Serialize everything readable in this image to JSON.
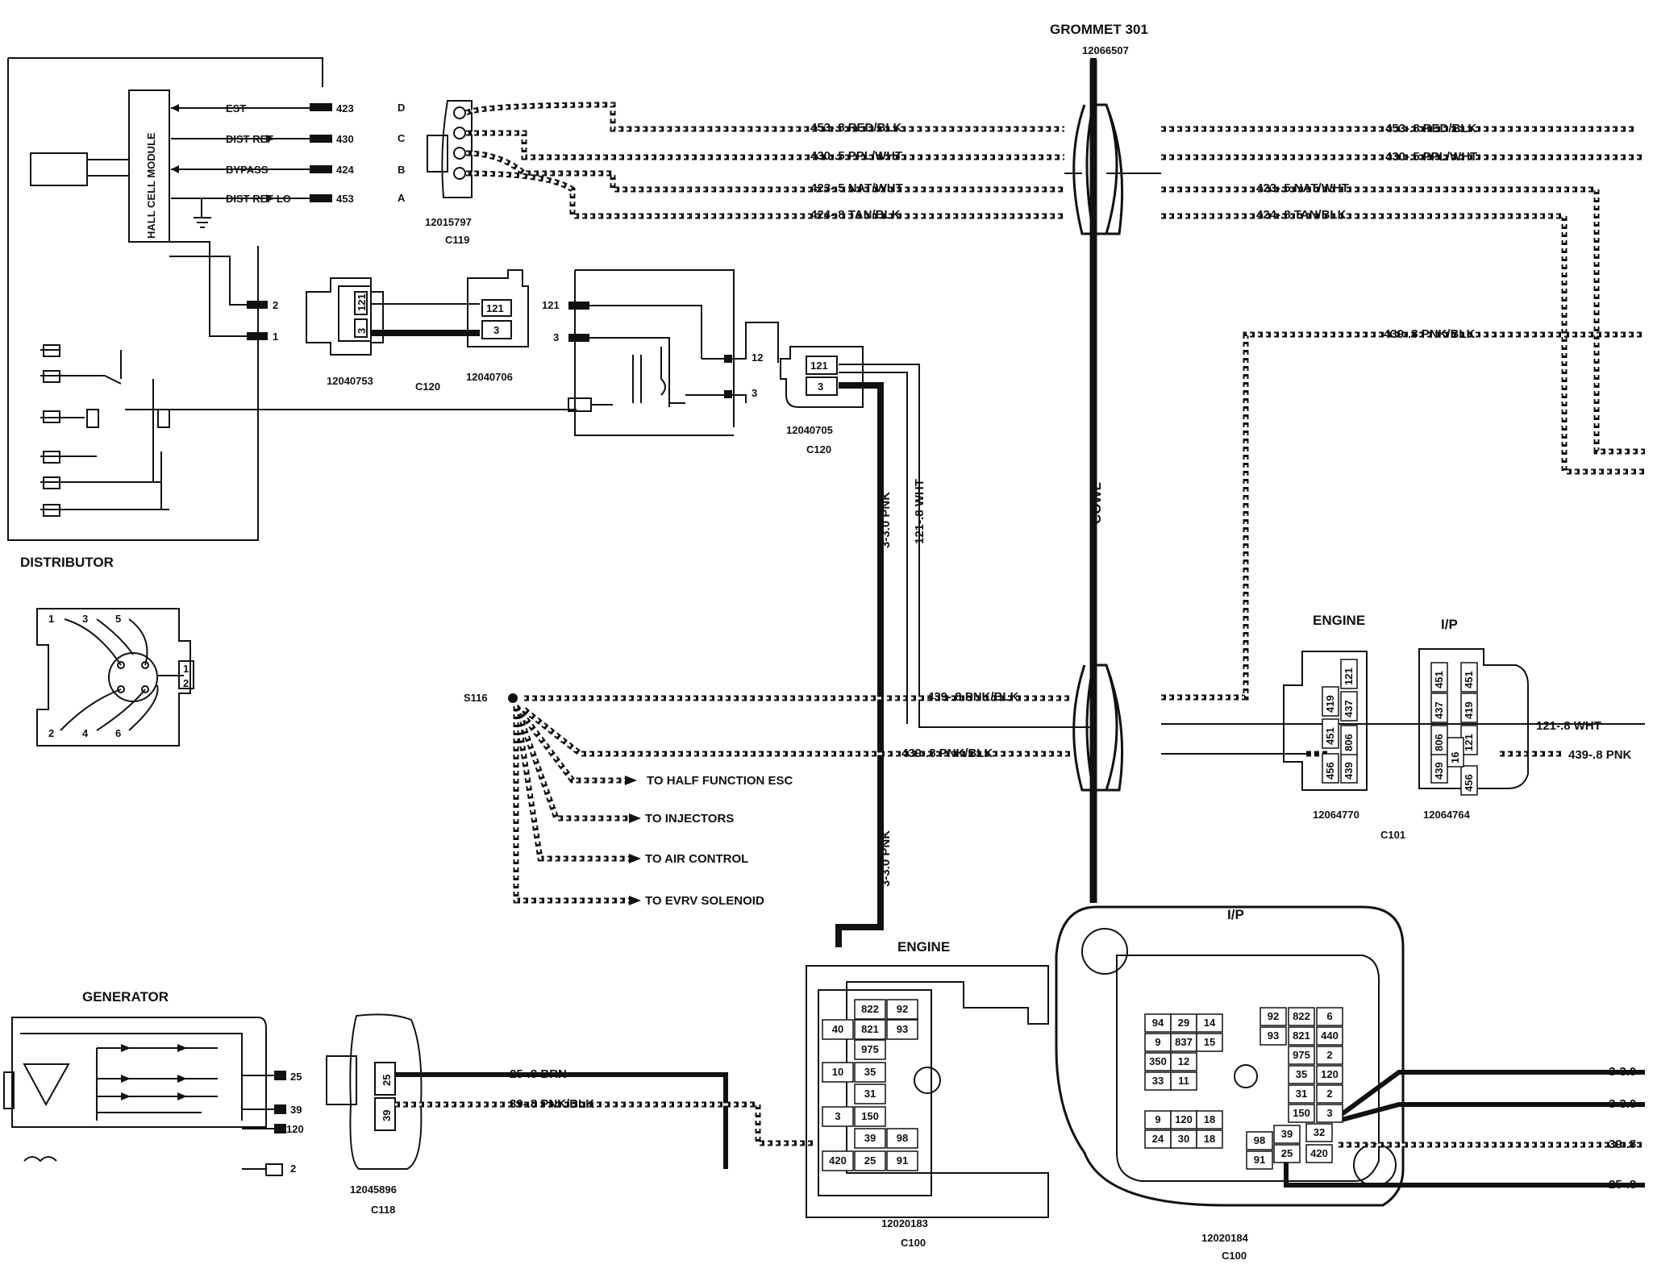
{
  "grommet": {
    "title": "GROMMET 301",
    "part": "12066507",
    "cowl": "COWL"
  },
  "distributor": {
    "title": "DISTRIBUTOR",
    "module": "HALL CELL MODULE",
    "signals": [
      {
        "name": "EST",
        "pin": "423"
      },
      {
        "name": "DIST REF",
        "pin": "430"
      },
      {
        "name": "BYPASS",
        "pin": "424"
      },
      {
        "name": "DIST REF LO",
        "pin": "453"
      }
    ],
    "coil_pins": [
      "2",
      "1"
    ],
    "cap_pins": [
      "1",
      "3",
      "5",
      "2",
      "4",
      "6",
      "1",
      "2"
    ]
  },
  "c119": {
    "name": "C119",
    "part": "12015797",
    "letters": [
      "D",
      "C",
      "B",
      "A"
    ],
    "wires": [
      "453-.8 RED/BLK",
      "430-.5 PPL/WHT",
      "423-.5 NAT/WHT",
      "424-.8 TAN/BLK"
    ],
    "wires_right": [
      "453-.8 RED/BLK",
      "430-.5 PPL/WHT",
      "423-.5 NAT/WHT",
      "424-.8 TAN/BLK"
    ]
  },
  "c120": {
    "name": "C120",
    "name2": "C120",
    "part_a": "12040753",
    "part_b": "12040706",
    "part_c": "12040705",
    "pins": [
      "121",
      "3"
    ],
    "coil_pins": [
      "121",
      "3",
      "12",
      "3"
    ]
  },
  "splice": {
    "name": "S116",
    "feed": "439-.8 PNK/BLK",
    "feed2": "439-.8 PNK/BLK",
    "branches": [
      "TO HALF FUNCTION ESC",
      "TO INJECTORS",
      "TO AIR CONTROL",
      "TO EVRV SOLENOID"
    ]
  },
  "vertical_wires": [
    "3-3.0 PNK",
    "121-.8 WHT",
    "3-3.0 PNK"
  ],
  "right": {
    "wire_439": "439-.8 PNK/BLK",
    "wire_121": "121-.8 WHT",
    "wire_439b": "439-.8 PNK",
    "engine": "ENGINE",
    "ip": "I/P",
    "part_a": "12064770",
    "part_b": "12064764",
    "name": "C101",
    "pins_a": [
      "419",
      "451",
      "121",
      "437",
      "456",
      "439",
      "806"
    ],
    "pins_b": [
      "451",
      "437",
      "419",
      "451",
      "121",
      "439",
      "806",
      "456",
      "16"
    ]
  },
  "generator": {
    "title": "GENERATOR",
    "pins": [
      "25",
      "39",
      "120",
      "2"
    ]
  },
  "c118": {
    "name": "C118",
    "part": "12045896",
    "pins": [
      "25",
      "39"
    ],
    "wires": [
      "25-.8 BRN",
      "39-.8 PNK/BLK"
    ]
  },
  "c100_engine": {
    "title": "ENGINE",
    "part": "12020183",
    "name": "C100",
    "cells": [
      "822",
      "92",
      "40",
      "821",
      "93",
      "975",
      "10",
      "35",
      "31",
      "3",
      "150",
      "39",
      "98",
      "420",
      "25",
      "91"
    ]
  },
  "c100_ip": {
    "title": "I/P",
    "part": "12020184",
    "name": "C100",
    "cells": [
      "94",
      "29",
      "14",
      "9",
      "837",
      "15",
      "350",
      "12",
      "33",
      "11",
      "92",
      "822",
      "6",
      "93",
      "821",
      "440",
      "975",
      "2",
      "35",
      "120",
      "31",
      "2",
      "150",
      "3",
      "9",
      "120",
      "18",
      "24",
      "30",
      "18",
      "98",
      "39",
      "32",
      "91",
      "25",
      "420"
    ],
    "wires": [
      "3-3.0",
      "3-3.0",
      "39-.8",
      "25-.8"
    ]
  }
}
